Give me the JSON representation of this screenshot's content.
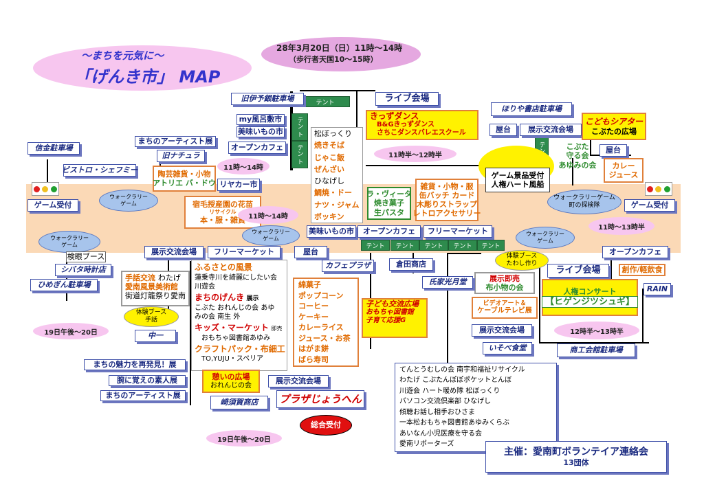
{
  "title": {
    "subtitle": "～まちを元気に～",
    "main": "「げんき市」 MAP",
    "date": "28年3月20日（日）11時～14時",
    "pedestrian": "（歩行者天国10～15時）"
  },
  "tent_label": "テント",
  "tent_vertical": "テン\nト",
  "clouds": {
    "c1": "11時～14時",
    "c2": "11時～14時",
    "c3": "11時半～12時半",
    "c4": "11時～13時半",
    "c5": "12時半～13時半",
    "c6": "19日午後～20日",
    "c7": "19日午後～20日"
  },
  "walk_rally": "ウォークラリー\nゲーム",
  "walk_rally_town": "ウォークラリーゲーム\n町の探検隊",
  "taiken": "体験ブース\nたわし作り",
  "taiken_small": "体験ブース\n手話",
  "sogo": "総合受付",
  "parking": {
    "shinkin": "信金駐車場",
    "kyu_iyo": "旧伊予銀駐車場",
    "horiya": "ほりや書店駐車場",
    "himegin": "ひめぎん駐車場",
    "shokokai": "商工会館駐車場"
  },
  "labels": {
    "bistro": "ビストロ・シェフミー",
    "game_left": "ゲーム受付",
    "game_right": "ゲーム受付",
    "artist_top": "まちのアーティスト展",
    "kyu_nachura": "旧ナチュラ",
    "myfuro": "my風呂敷市",
    "oishii_top": "美味いもの市",
    "open_cafe_top": "オープンカフェ",
    "live_top": "ライブ会場",
    "live_right": "ライブ会場",
    "yatai_top": "屋台",
    "tenji_top": "展示交流会場",
    "yatai_right": "屋台",
    "game_prize_1": "ゲーム景品受付",
    "game_prize_2": "人権ハート風船",
    "riyaka": "リヤカー市",
    "oishii_mid": "美味いもの市",
    "open_cafe_mid": "オープンカフェ",
    "free_mid": "フリーマーケット",
    "kenmin": "検眼ブース",
    "shibata": "シバタ時計店",
    "tenji_left": "展示交流会場",
    "free_left": "フリーマーケット",
    "yatai_mid": "屋台",
    "cafe_plaza": "カフェプラザ",
    "kurata": "倉田商店",
    "ujiemitsu": "氏家光月堂",
    "tenji_bottom": "展示交流会場",
    "isobe": "いそべ食堂",
    "open_cafe_right": "オープンカフェ",
    "sousaku": "創作/軽飲食",
    "rain": "RAIN",
    "naka": "中一",
    "miryoku": "まちの魅力を再発見！展",
    "ude": "腕に覚えの素人展",
    "artist_bottom": "まちのアーティスト展",
    "tenji_small": "展示交流会場",
    "misuga": "崎須賀商店",
    "plaza": "プラザじょうへん"
  },
  "booths": {
    "kids_theater": [
      "こどもシアター",
      "こぶたの広場"
    ],
    "kobuta_group": [
      "こぶた",
      "守る会",
      "あゆみの会"
    ],
    "curry": [
      "カレー",
      "ジュース"
    ],
    "kids_dance": [
      "きっずダンス",
      "B&Gきっずダンス",
      "さちこダンスバレエスクール"
    ],
    "food_list": [
      "松ぼっくり",
      "焼きそば",
      "じゃこ飯",
      "ぜんざい",
      "ひなげし",
      "鯛焼・ドー",
      "ナツ・ジャム",
      "ボッキン"
    ],
    "toukou": [
      "陶芸雑貨・小物",
      "アトリエ バ・ドウ"
    ],
    "shukumo": [
      "宿毛授産園の花苗",
      "リサイクル",
      "本・服・雑貨"
    ],
    "la_vita": [
      "ラ・ヴィータ",
      "焼き菓子",
      "生パスタ"
    ],
    "zakka": [
      "雑貨・小物・服",
      "缶バッチ カード",
      "木彫りストラップ",
      "レトロアクセサリー"
    ],
    "shuwa": [
      "手話交流",
      "わたげ",
      "愛南風景美術館",
      "街道灯籠祭り愛南"
    ],
    "furusato_title": "ふるさとの風景",
    "furusato_1": "蓮乗寺川を綺麗にしたい会",
    "furusato_2": "川遊会",
    "genki_title": "まちのげんき",
    "genki_tag": "展示",
    "genki_1": "こぶた おれんじの会 あゆ",
    "genki_2": "みの会 南生 外",
    "kids_market": "キッズ・マーケット",
    "kids_tag": "即売",
    "omocha": "おもちゃ図書館あゆみ",
    "craft": "クラフトパック・布細工",
    "toyuju": "TO,YUJU・スペリア",
    "ikoi": [
      "憩いの広場",
      "おれんじの会"
    ],
    "kashi": [
      "綿菓子",
      "ポップコーン",
      "コーヒー",
      "ケーキー",
      "カレーライス",
      "ジュース・お茶",
      "はがま餅",
      "ばら寿司"
    ],
    "kodomo": [
      "子ども交流広場",
      "おもちゃ図書館",
      "子育て応援G"
    ],
    "sokubai": [
      "展示即売",
      "布小物の会"
    ],
    "video": [
      "ビデオアート＆",
      "ケーブルテレビ展"
    ],
    "jinken": [
      "人権コンサート",
      "【ヒゲンジツシュギ】"
    ]
  },
  "groups": [
    "てんとうむしの会 南宇和福祉リサイクル",
    "わたげ こぶたんぽぽポケットとんぼ",
    "川遊会 ハート暖め隊 松ぼっくり",
    "パソコン交流倶楽部 ひなげし",
    "傾聴お話し相手おひさま",
    "一本松おもちゃ図書館あゆみくらぶ",
    "あいなん小児医療を守る会",
    "愛南リポーターズ"
  ],
  "organizer": {
    "name": "主催：愛南町ボランテイア連絡会",
    "count": "13団体"
  },
  "colors": {
    "street": "#fbd9b6",
    "tent": "#2e8b4d",
    "cloud": "#f7c6ef",
    "title_blue": "#3333cc",
    "highlight": "#fff200",
    "accent_orange": "#e06a00"
  }
}
